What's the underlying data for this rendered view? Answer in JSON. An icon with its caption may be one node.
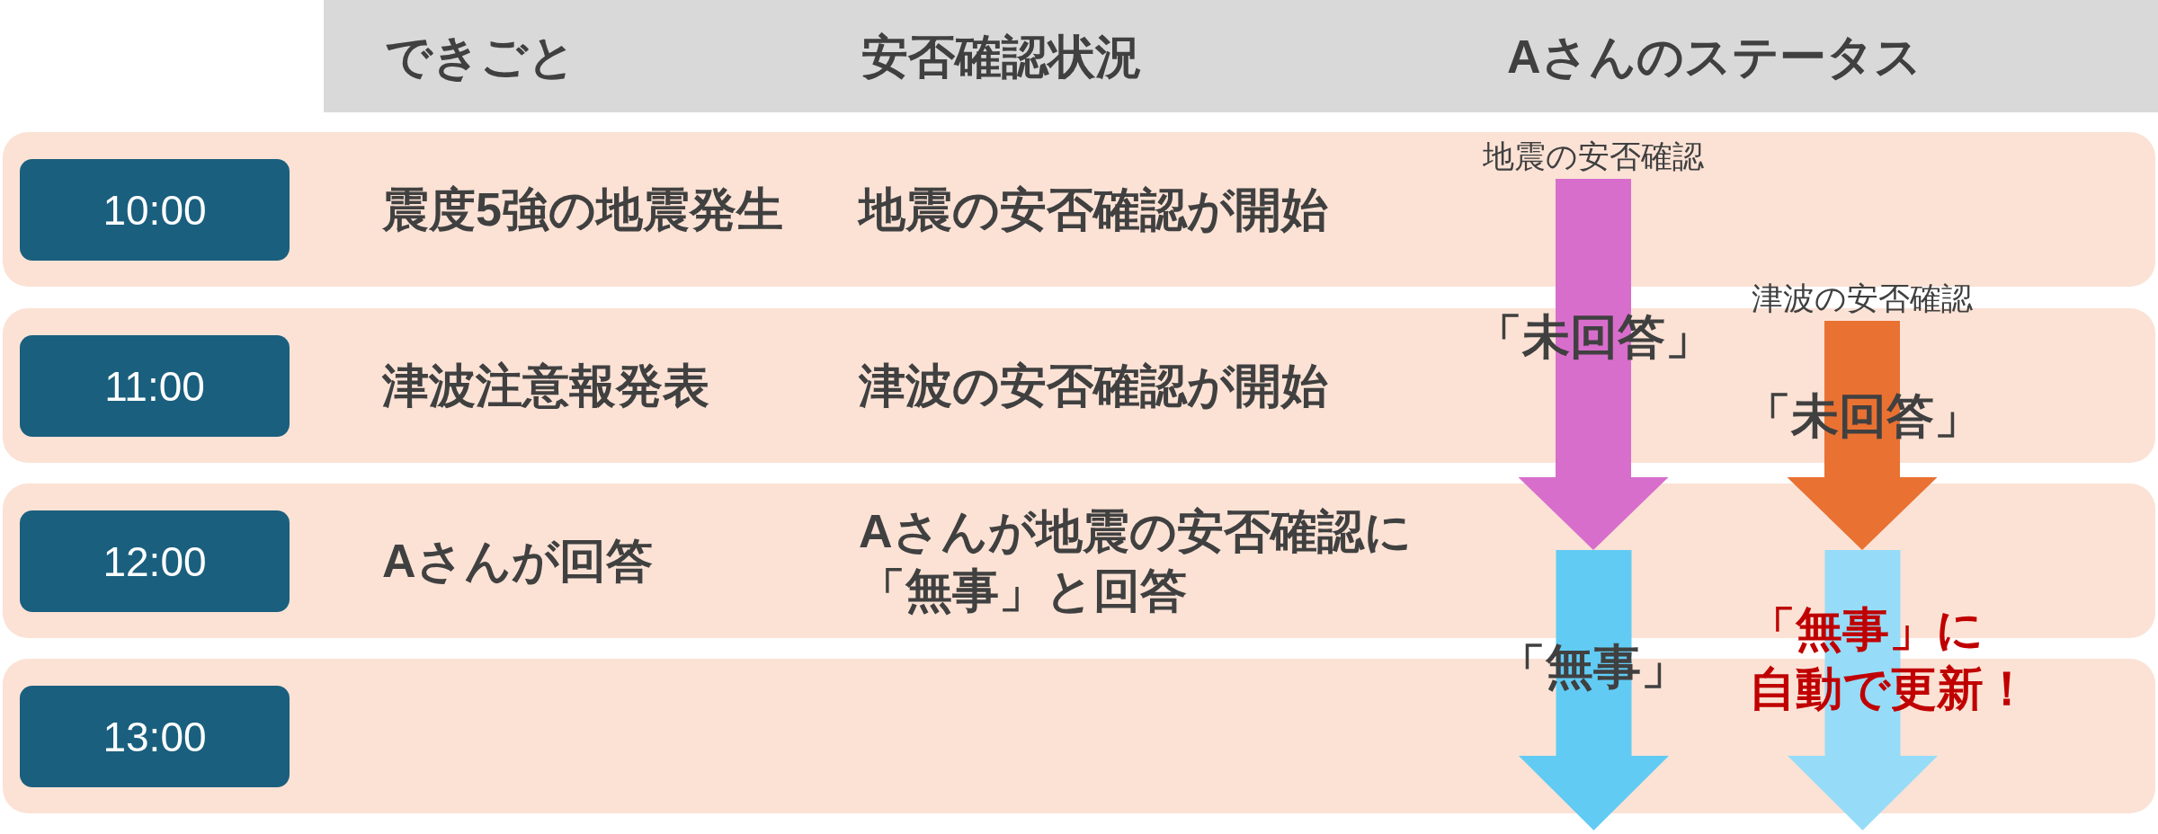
{
  "diagram": {
    "nodes": [
      {
        "text": [
          "できごと",
          "安否確認状況",
          "Aさんのステータス"
        ]
      },
      {
        "text": [
          "震度5強の地震発生",
          "地震の安否確認が開始"
        ]
      },
      {
        "text": [
          "10:00"
        ],
        "in": 1
      },
      {
        "text": [
          "津波注意報発表",
          "津波の安否確認が開始"
        ]
      },
      {
        "text": [
          "11:00"
        ],
        "in": 3
      },
      {
        "text": [
          "Aさんが回答",
          "Aさんが地震の安否確認に「無事」と回答"
        ]
      },
      {
        "text": [
          "12:00"
        ],
        "in": 5
      },
      {
        "text": [],
        "shape": "band"
      },
      {
        "text": [
          "13:00"
        ],
        "in": 7
      },
      {
        "text": [
          "地震の安否確認"
        ],
        "in": 1
      },
      {
        "text": [
          "津波の安否確認"
        ]
      },
      {
        "text": [
          "「無事」"
        ]
      },
      {
        "text": [
          "「無事」に自動で更新！"
        ]
      }
    ],
    "edges": [
      {
        "from": 9,
        "to": 11,
        "arrow": "to",
        "label": "「未回答」",
        "color": "#d86ecc"
      },
      {
        "from": 10,
        "to": 12,
        "arrow": "to",
        "label": "「未回答」",
        "color": "#e97132"
      }
    ]
  }
}
